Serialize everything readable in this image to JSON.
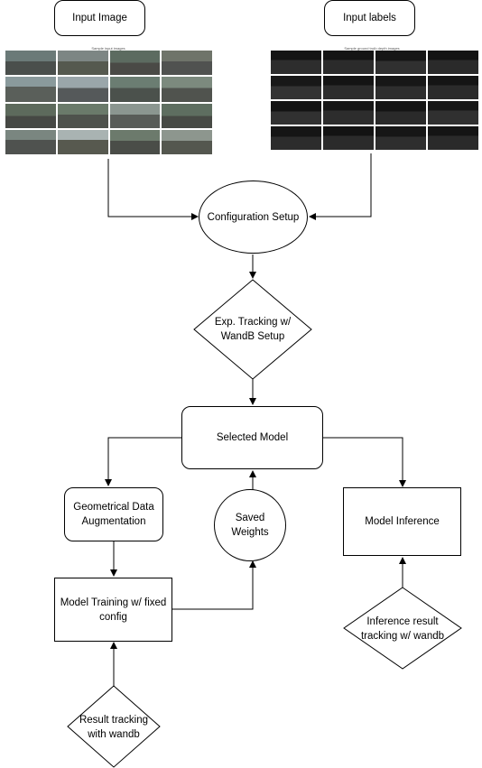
{
  "nodes": {
    "input_image": "Input Image",
    "input_labels": "Input labels",
    "config_setup": "Configuration Setup",
    "exp_tracking": "Exp. Tracking w/\nWandB Setup",
    "selected_model": "Selected Model",
    "geo_aug": "Geometrical Data\nAugmentation",
    "saved_weights": "Saved\nWeights",
    "model_inference": "Model Inference",
    "model_training": "Model Training w/ fixed\nconfig",
    "inference_tracking": "Inference result\ntracking w/ wandb",
    "result_tracking": "Result tracking\nwith wandb"
  },
  "thumbnails": {
    "input_images_title": "Sample input images",
    "depth_images_title": "Sample ground truth depth images"
  },
  "colors": {
    "stroke": "#000000",
    "background": "#ffffff",
    "street_tile": "#5d6660",
    "depth_tile": "#1f1f1f"
  }
}
